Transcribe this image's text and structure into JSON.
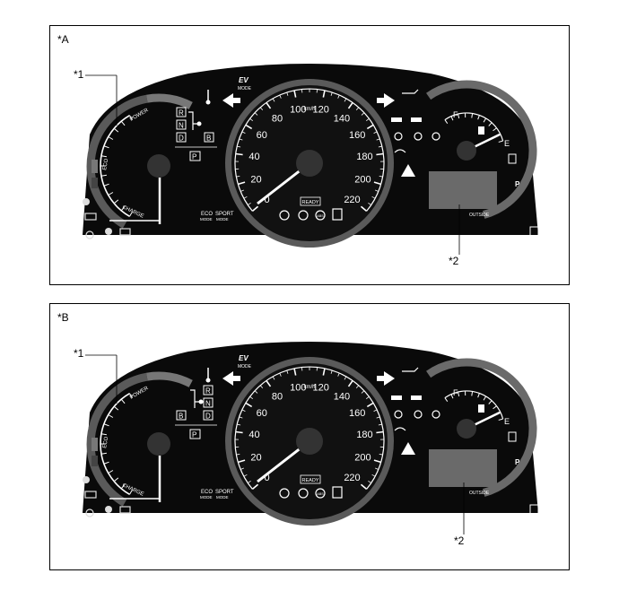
{
  "panels": [
    {
      "id": "A",
      "label": "*A",
      "callout_1": "*1",
      "callout_2": "*2",
      "gear_layout": "right",
      "gears": [
        "R",
        "N",
        "D",
        "B"
      ],
      "park": "P"
    },
    {
      "id": "B",
      "label": "*B",
      "callout_1": "*1",
      "callout_2": "*2",
      "gear_layout": "left",
      "gears": [
        "R",
        "N",
        "D",
        "B"
      ],
      "park": "P"
    }
  ],
  "cluster": {
    "speed_ticks": [
      "0",
      "20",
      "40",
      "60",
      "80",
      "100",
      "120",
      "140",
      "160",
      "180",
      "200",
      "220"
    ],
    "speed_unit": "km/h",
    "ready": "READY",
    "ev_mode_top": "EV",
    "ev_mode_bottom": "MODE",
    "power_label": "POWER",
    "eco_label": "ECO",
    "charge_label": "CHARGE",
    "eco_mode_top": "ECO",
    "eco_mode_bottom": "MODE",
    "sport_mode_top": "SPORT",
    "sport_mode_bottom": "MODE",
    "fuel_full": "F",
    "fuel_empty": "E",
    "outside": "OUTSIDE",
    "abs_label": "ABS",
    "park_lamp": "P",
    "colors": {
      "cluster_body": "#0a0a0a",
      "ring": "#8c8c8c",
      "gauge_face": "#222222",
      "display": "#6a6a6a"
    }
  }
}
